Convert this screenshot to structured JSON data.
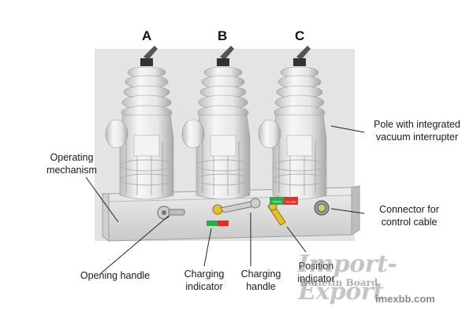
{
  "poles": [
    "A",
    "B",
    "C"
  ],
  "labels": {
    "pole": [
      "Pole with integrated",
      "vacuum interrupter"
    ],
    "operating": [
      "Operating",
      "mechanism"
    ],
    "connector": [
      "Connector for",
      "control cable"
    ],
    "opening_handle": "Opening handle",
    "charging_indicator": [
      "Charging",
      "indicator"
    ],
    "charging_handle": [
      "Charging",
      "handle"
    ],
    "position_indicator": [
      "Position",
      "indicator"
    ]
  },
  "indicator_tags": {
    "open": "OPEN",
    "close": "CLOSE"
  },
  "watermark": {
    "brand": "Import-Export",
    "site": "Bulletin Board",
    "url": "imexbb.com"
  },
  "colors": {
    "insulator": "#e8e8e8",
    "housing": "#dcdcdc",
    "indicator_green": "#2fa84f",
    "indicator_red": "#d8322b",
    "handle_yellow": "#e6c22a"
  }
}
